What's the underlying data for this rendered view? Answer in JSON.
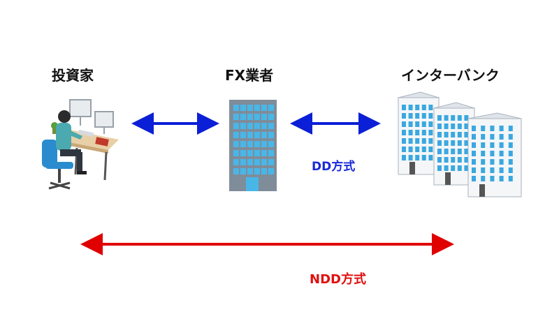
{
  "nodes": {
    "investor": "投資家",
    "fx_broker": "FX業者",
    "interbank": "インターバンク"
  },
  "methods": {
    "dd": "DD方式",
    "ndd": "NDD方式"
  },
  "colors": {
    "dd_arrow": "#0a1fd6",
    "ndd_arrow": "#e00000",
    "building": "#7f8c9a",
    "window": "#49b6e8",
    "bank_window": "#3aa8e0"
  },
  "icons": [
    "investor-at-desk-icon",
    "office-building-icon",
    "bank-buildings-icon"
  ]
}
